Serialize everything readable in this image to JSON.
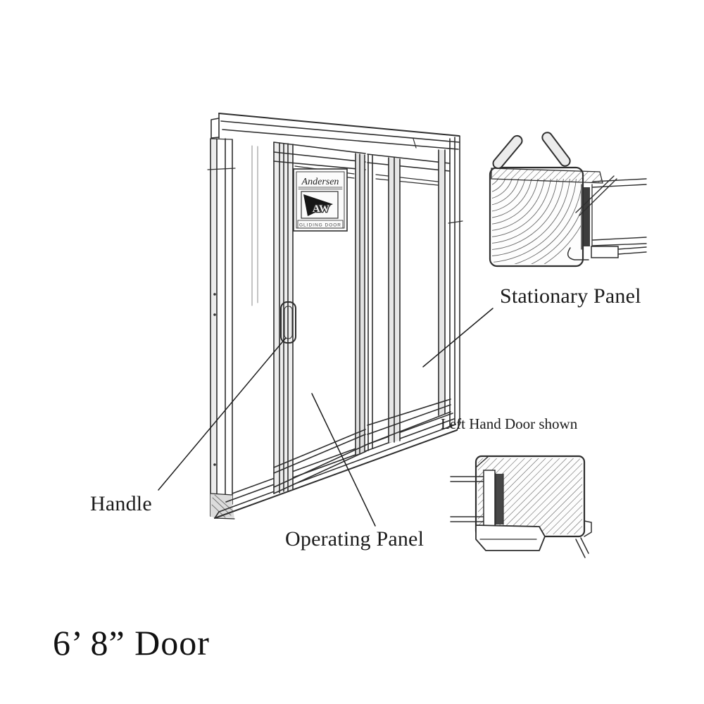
{
  "diagram": {
    "door_size_title": "6’ 8” Door",
    "note": "Left Hand Door shown",
    "labels": {
      "stationary_panel": "Stationary Panel",
      "handle": "Handle",
      "operating_panel": "Operating Panel"
    },
    "brand_label": {
      "brand": "Andersen",
      "monogram": "AW",
      "caption": "GLIDING DOOR"
    },
    "colors": {
      "line": "#2e2e2e",
      "background": "#ffffff",
      "panel_fill": "#e9e9e9",
      "hatch": "#5a5a5a"
    }
  }
}
